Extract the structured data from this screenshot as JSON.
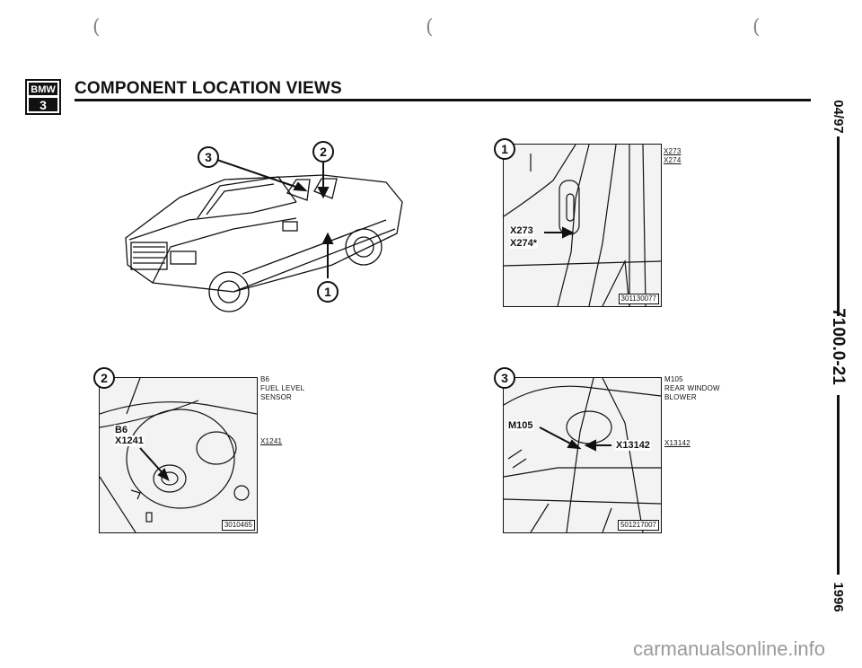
{
  "header": {
    "logo_top": "BMW",
    "logo_bottom": "3",
    "title": "COMPONENT LOCATION VIEWS"
  },
  "side": {
    "date": "04/97",
    "page_number": "7100.0-21",
    "year": "1996"
  },
  "overview": {
    "callouts": [
      "3",
      "2",
      "1"
    ]
  },
  "fig1": {
    "callout": "1",
    "labels": [
      "X273",
      "X274"
    ],
    "photo_labels": [
      "X273",
      "X274*"
    ],
    "figure_number": "301130077"
  },
  "fig2": {
    "callout": "2",
    "labels": [
      "B6",
      "FUEL LEVEL",
      "SENSOR",
      "X1241"
    ],
    "photo_labels": [
      "B6",
      "X1241"
    ],
    "figure_number": "3010465"
  },
  "fig3": {
    "callout": "3",
    "labels": [
      "M105",
      "REAR WINDOW",
      "BLOWER",
      "X13142"
    ],
    "photo_labels": [
      "M105",
      "X13142"
    ],
    "figure_number": "501217007"
  },
  "footer": {
    "watermark": "carmanualsonline.info"
  }
}
